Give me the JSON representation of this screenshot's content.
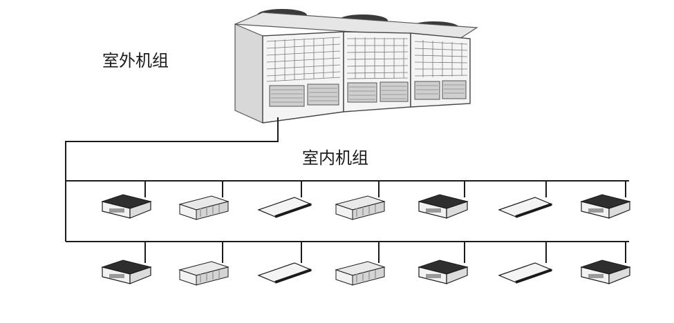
{
  "labels": {
    "outdoor_unit": "室外机组",
    "indoor_unit": "室内机组"
  },
  "indoor_rows": [
    [
      "cassette",
      "duct",
      "wall",
      "duct",
      "cassette",
      "wall",
      "cassette"
    ],
    [
      "cassette",
      "duct",
      "wall",
      "duct",
      "cassette",
      "wall",
      "cassette"
    ]
  ],
  "colors": {
    "line": "#1a1a1a",
    "unit_body": "#f2f2f2",
    "grille": "#9a9a9a"
  }
}
